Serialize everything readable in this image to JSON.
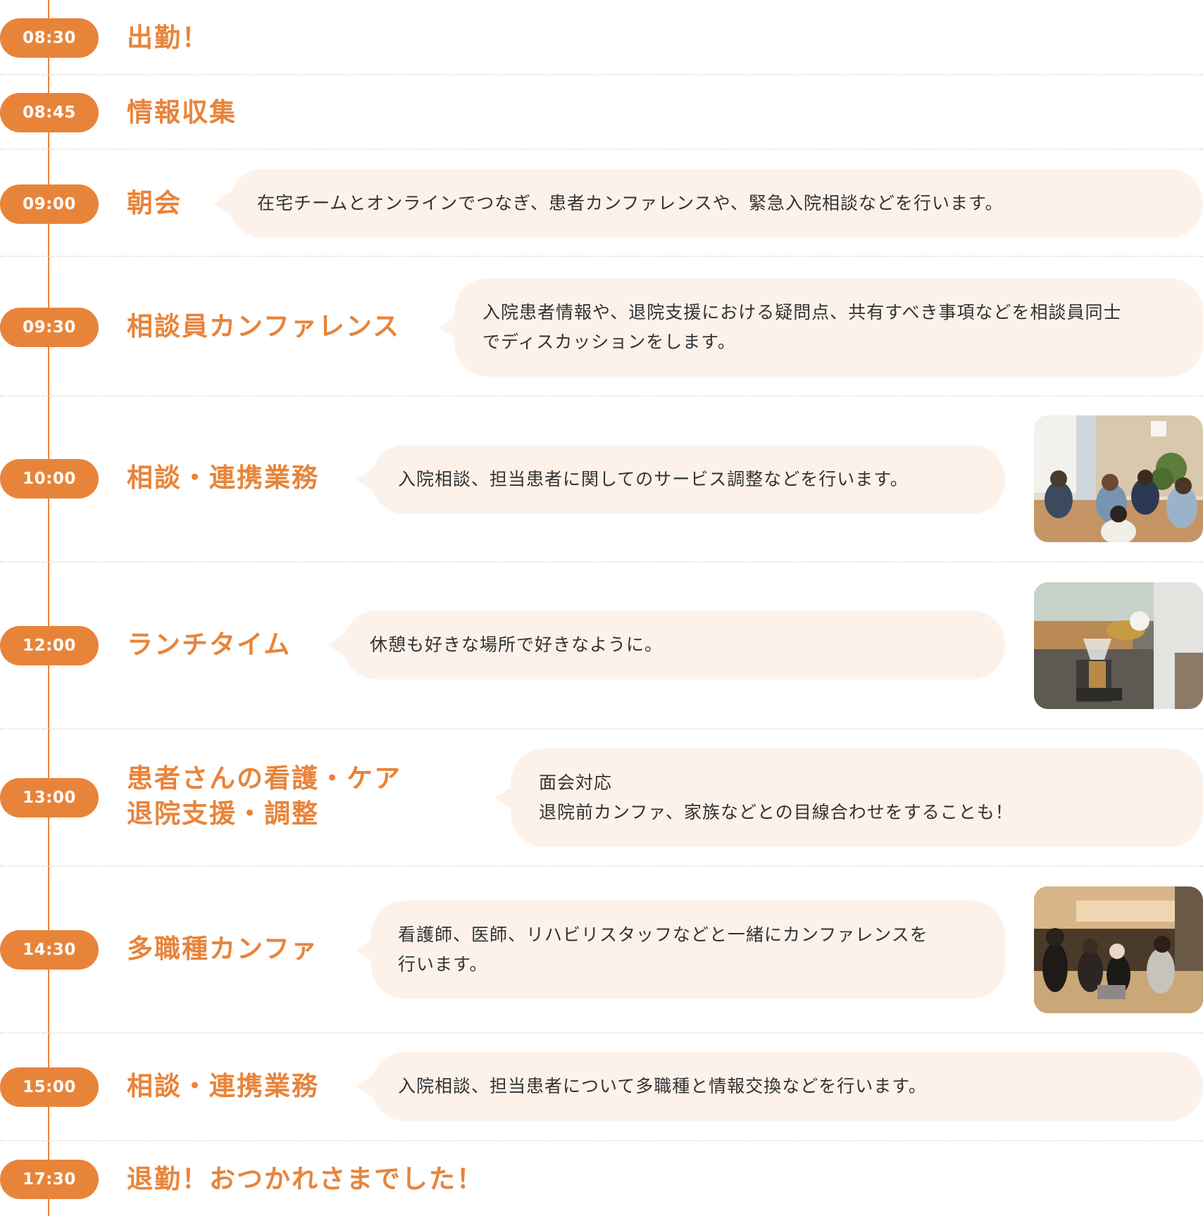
{
  "schedule": [
    {
      "time": "08:30",
      "title": "出勤！"
    },
    {
      "time": "08:45",
      "title": "情報収集"
    },
    {
      "time": "09:00",
      "title": "朝会",
      "lines": [
        "在宅チームとオンラインでつなぎ、患者カンファレンスや、緊急入院相談などを行います。"
      ]
    },
    {
      "time": "09:30",
      "title": "相談員カンファレンス",
      "lines": [
        "入院患者情報や、退院支援における疑問点、共有すべき事項などを相談員同士",
        "でディスカッションをします。"
      ]
    },
    {
      "time": "10:00",
      "title": "相談・連携業務",
      "lines": [
        "入院相談、担当患者に関してのサービス調整などを行います。"
      ],
      "photo": "meeting-photo"
    },
    {
      "time": "12:00",
      "title": "ランチタイム",
      "lines": [
        "休憩も好きな場所で好きなように。"
      ],
      "photo": "coffee-photo"
    },
    {
      "time": "13:00",
      "title": "患者さんの看護・ケア\n退院支援・調整",
      "lines": [
        "面会対応",
        "退院前カンファ、家族などとの目線合わせをすることも！"
      ]
    },
    {
      "time": "14:30",
      "title": "多職種カンファ",
      "lines": [
        "看護師、医師、リハビリスタッフなどと一緒にカンファレンスを",
        "行います。"
      ],
      "photo": "conference-photo"
    },
    {
      "time": "15:00",
      "title": "相談・連携業務",
      "lines": [
        "入院相談、担当患者について多職種と情報交換などを行います。"
      ]
    },
    {
      "time": "17:30",
      "title": "退勤！おつかれさまでした！"
    }
  ],
  "colors": {
    "accent": "#e8843a",
    "bubble": "#fdf2ea",
    "text": "#333333",
    "divider": "#e2e2e2"
  }
}
